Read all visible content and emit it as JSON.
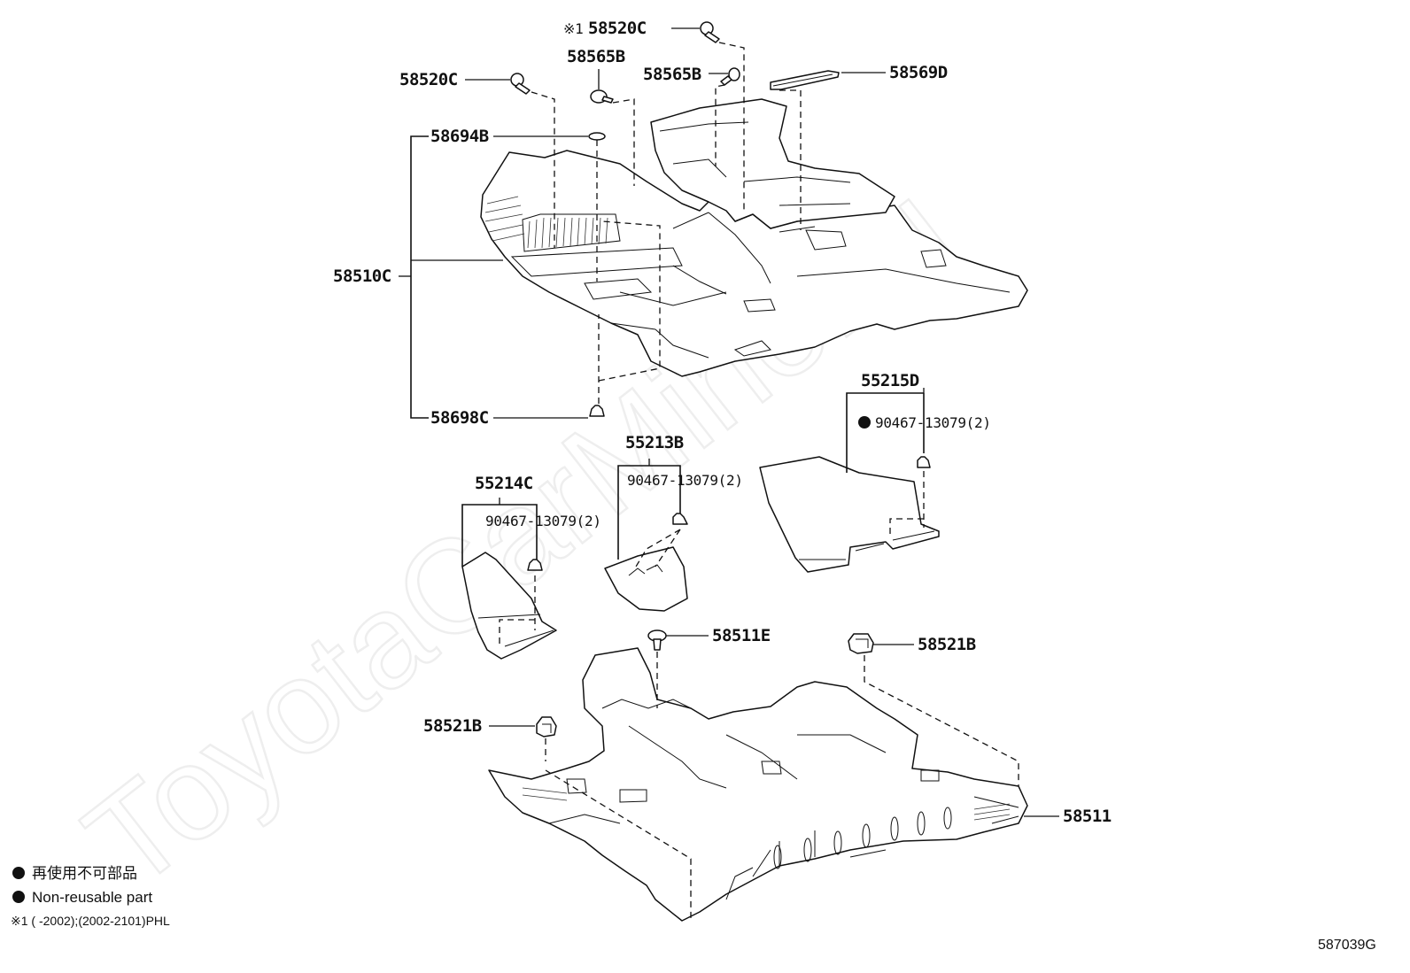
{
  "watermark": "ToyotaCarMine.ru",
  "labels": {
    "p58520C_a": "58520C",
    "p58520C_b": "58520C",
    "note_mark_1": "※1",
    "p58565B_a": "58565B",
    "p58565B_b": "58565B",
    "p58569D": "58569D",
    "p58694B": "58694B",
    "p58510C": "58510C",
    "p58698C": "58698C",
    "p55215D": "55215D",
    "p55213B": "55213B",
    "p55214C": "55214C",
    "clip_55215D": "90467-13079(2)",
    "clip_55213B": "90467-13079(2)",
    "clip_55214C": "90467-13079(2)",
    "p58511E": "58511E",
    "p58521B_a": "58521B",
    "p58521B_b": "58521B",
    "p58511": "58511"
  },
  "legend": {
    "line1": "再使用不可部品",
    "line2": "Non-reusable part",
    "note": "※1 (        -2002);(2002-2101)PHL"
  },
  "diagram_code": "587039G"
}
